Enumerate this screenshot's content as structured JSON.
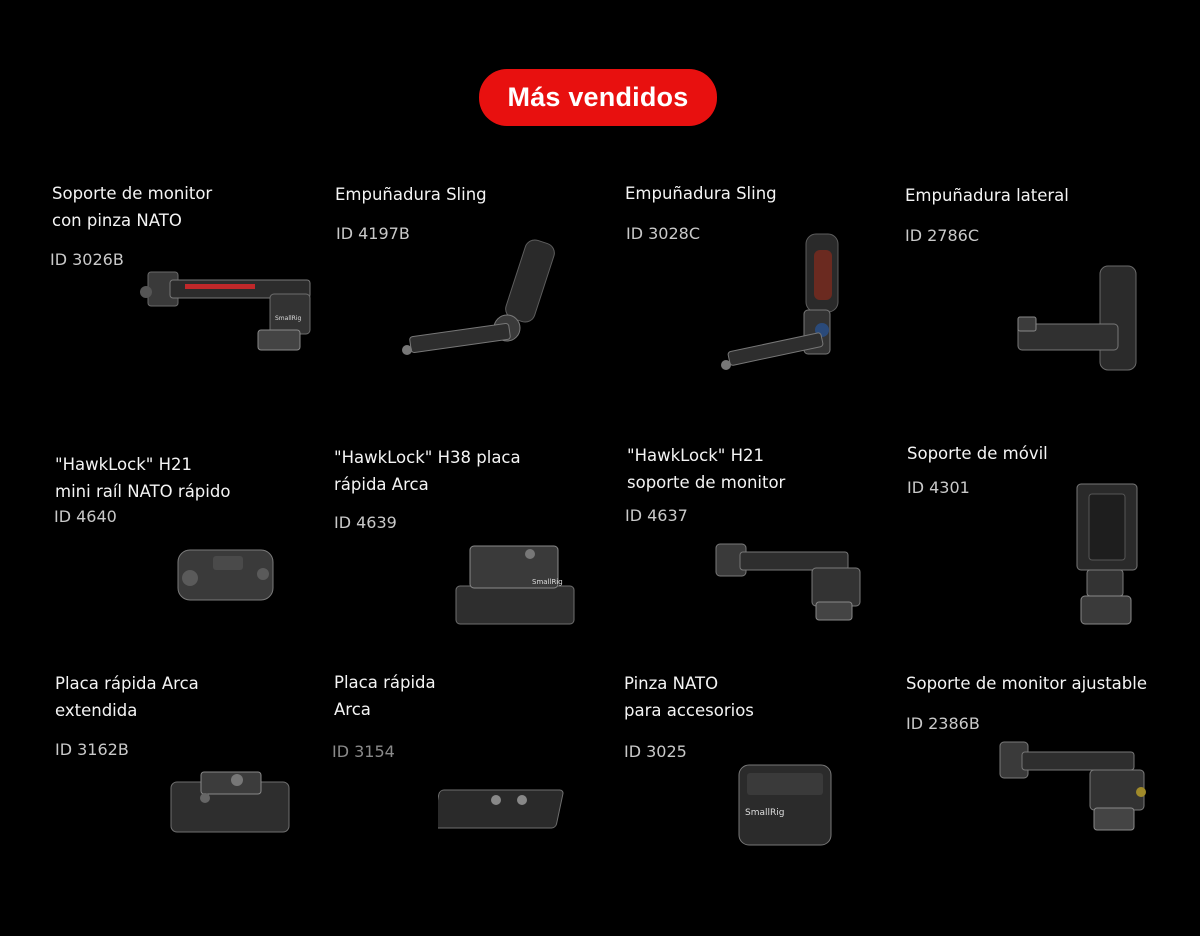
{
  "header": {
    "badge_label": "Más vendidos"
  },
  "products": [
    {
      "title": "Soporte de monitor\ncon pinza NATO",
      "id": "ID 3026B"
    },
    {
      "title": "Empuñadura Sling",
      "id": "ID 4197B"
    },
    {
      "title": "Empuñadura Sling",
      "id": "ID 3028C"
    },
    {
      "title": "Empuñadura lateral",
      "id": "ID 2786C"
    },
    {
      "title": "\"HawkLock\" H21\nmini raíl NATO rápido",
      "id": "ID 4640"
    },
    {
      "title": "\"HawkLock\" H38 placa\nrápida Arca",
      "id": "ID 4639"
    },
    {
      "title": "\"HawkLock\" H21\nsoporte de monitor",
      "id": "ID 4637"
    },
    {
      "title": "Soporte de móvil",
      "id": "ID 4301"
    },
    {
      "title": "Placa rápida Arca\nextendida",
      "id": "ID 3162B"
    },
    {
      "title": "Placa rápida\nArca",
      "id": "ID 3154"
    },
    {
      "title": "Pinza NATO\npara accesorios",
      "id": "ID 3025"
    },
    {
      "title": "Soporte de monitor ajustable",
      "id": "ID 2386B"
    }
  ],
  "brand_mark": "SmallRig",
  "colors": {
    "background": "#000000",
    "badge": "#e8100f",
    "text": "#f4f4f4",
    "id_text": "#c9c9c9"
  }
}
